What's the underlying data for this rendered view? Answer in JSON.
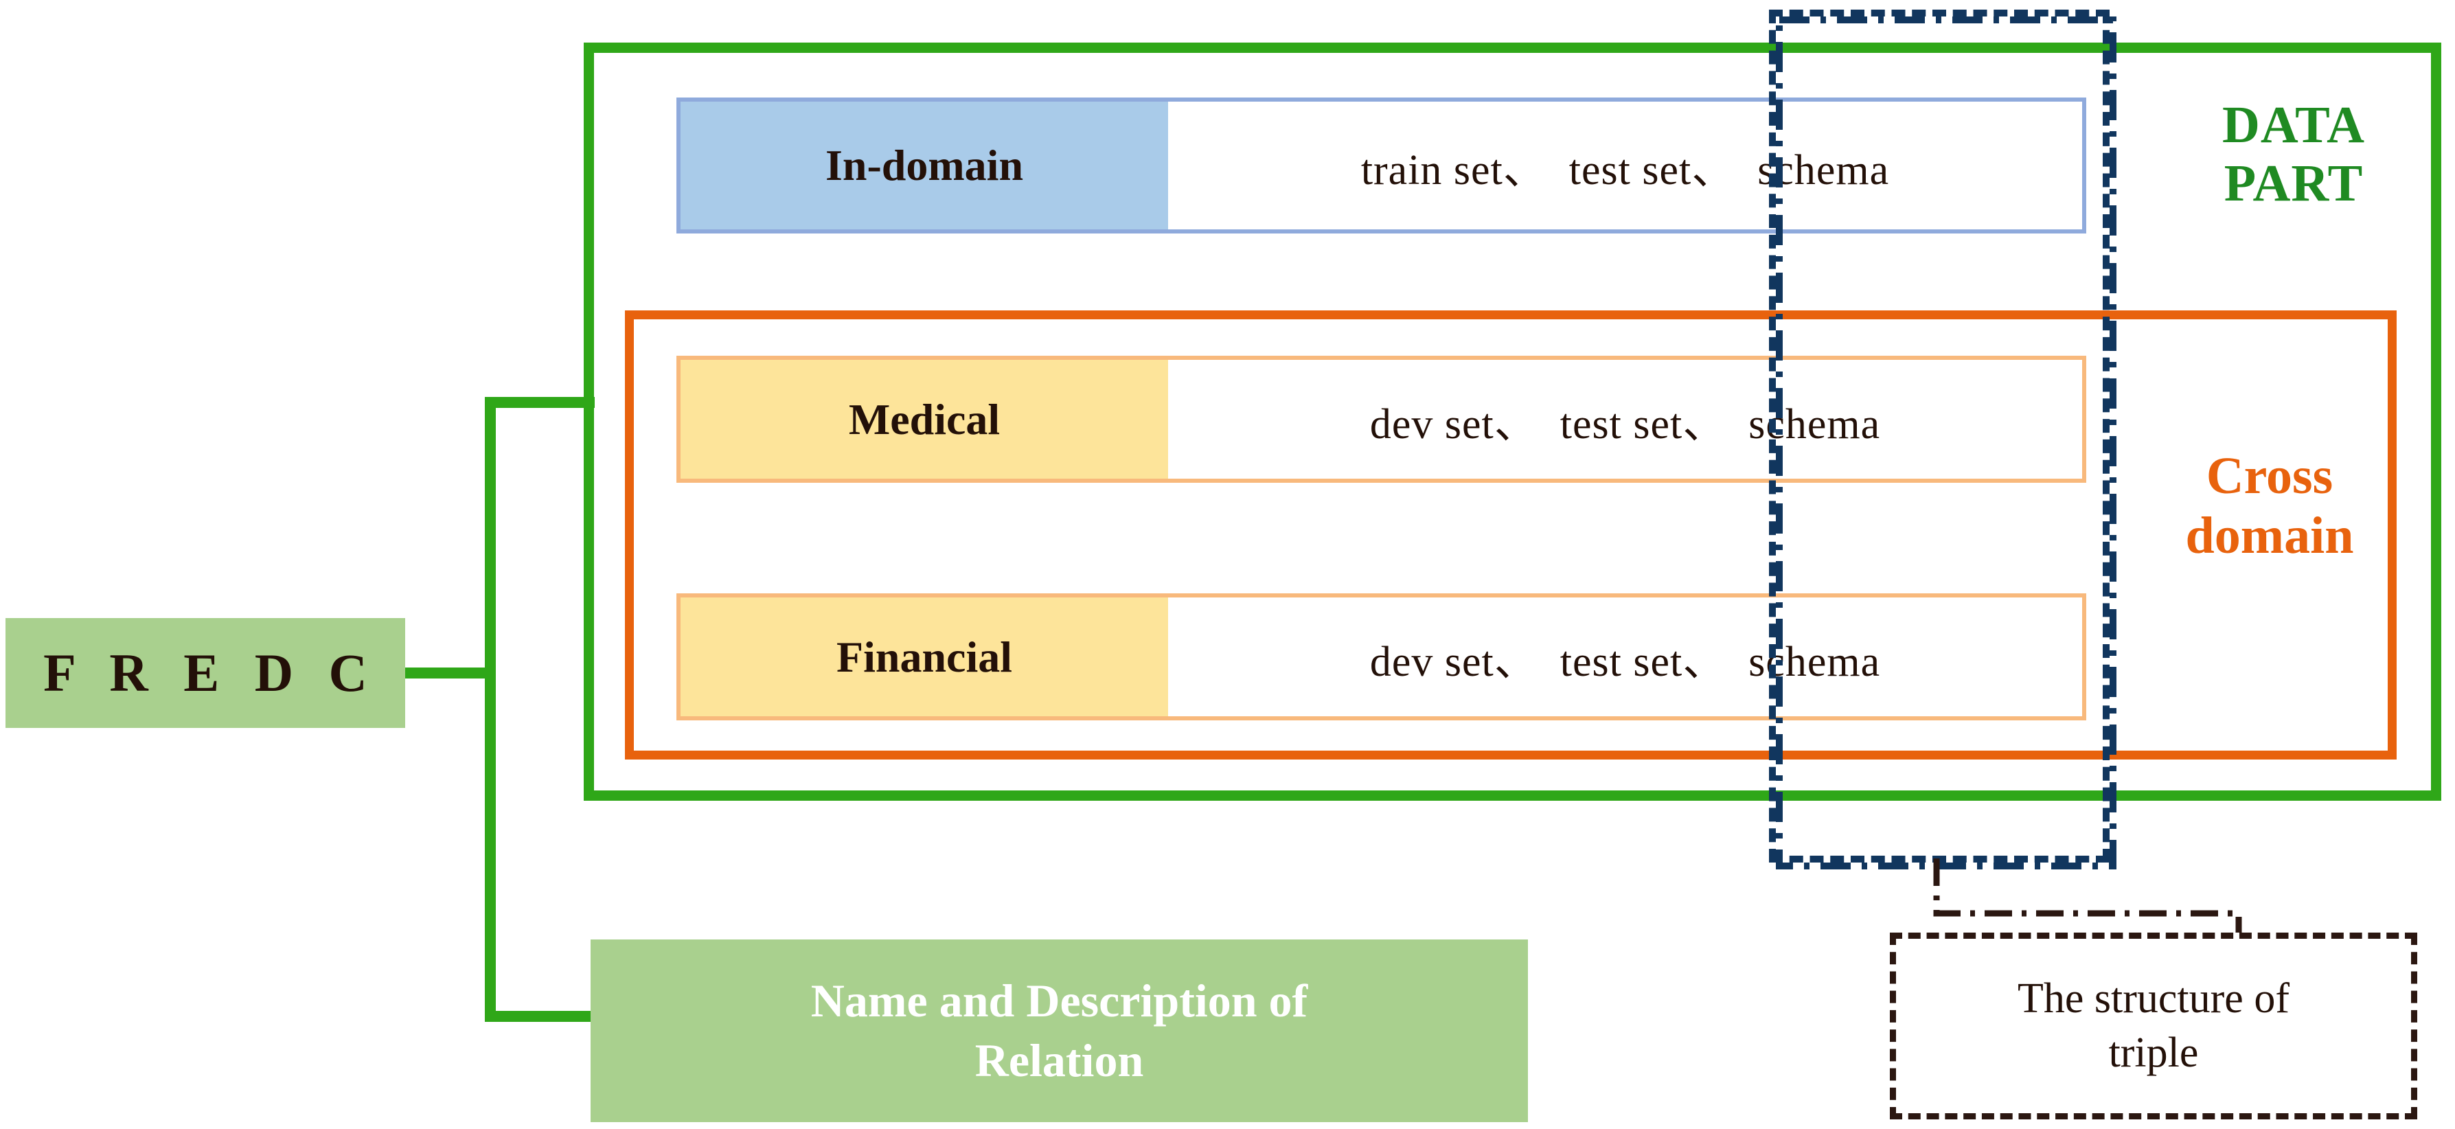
{
  "diagram": {
    "root": {
      "label": "F R E D C"
    },
    "data_part": {
      "title": "DATA\nPART",
      "title_color": "#1f8a22",
      "rows": [
        {
          "tag": "In-domain",
          "sets": "train set、  test set、  schema",
          "tag_fill": "#a9cbe9",
          "border": "#8faadc"
        }
      ]
    },
    "cross_domain": {
      "title": "Cross\ndomain",
      "title_color": "#e8620d",
      "border_color": "#e8620d",
      "rows": [
        {
          "tag": "Medical",
          "sets": "dev set、  test set、  schema",
          "tag_fill": "#fde49a",
          "border": "#f8b97c"
        },
        {
          "tag": "Financial",
          "sets": "dev set、  test set、  schema",
          "tag_fill": "#fde49a",
          "border": "#f8b97c"
        }
      ]
    },
    "schema_callout": {
      "border_color": "#11365e",
      "border_style": "dash-dot"
    },
    "triple_note": {
      "label": "The structure of\ntriple",
      "border_color": "#2b1711",
      "border_style": "dashed"
    },
    "relation_node": {
      "label": "Name and Description of\nRelation",
      "fill": "#a9d08e",
      "text_color": "#ffffff"
    },
    "connectors": {
      "tree_color": "#2fa718",
      "callout_color": "#11365e",
      "note_color": "#2b1711"
    }
  }
}
